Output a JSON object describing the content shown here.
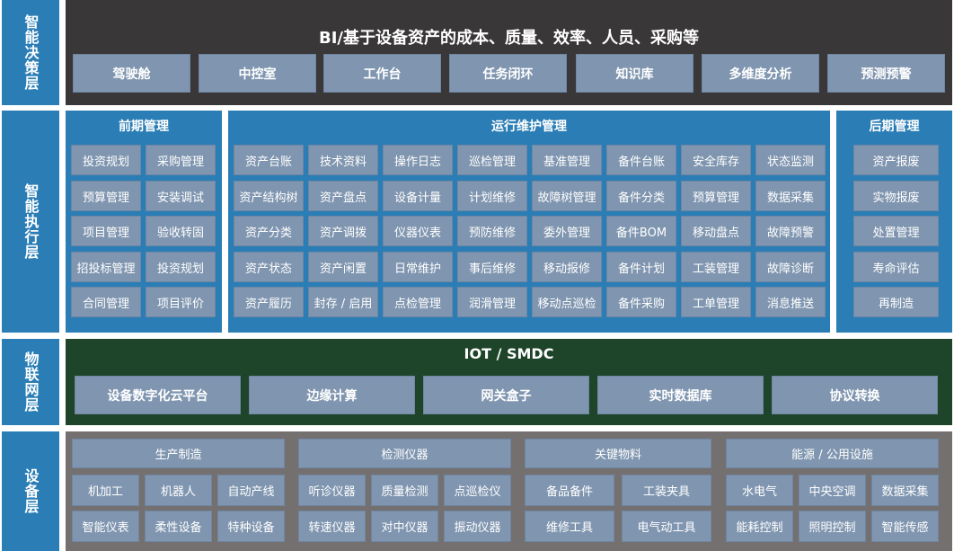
{
  "layers": [
    "智能决策层",
    "智能执行层",
    "物联网层",
    "设备层"
  ],
  "decision": {
    "title": "BI/基于设备资产的成本、质量、效率、人员、采购等",
    "items": [
      "驾驶舱",
      "中控室",
      "工作台",
      "任务闭环",
      "知识库",
      "多维度分析",
      "预测预警"
    ]
  },
  "execution": {
    "early": {
      "title": "前期管理",
      "items": [
        "投资规划",
        "采购管理",
        "预算管理",
        "安装调试",
        "项目管理",
        "验收转固",
        "招投标管理",
        "投资规划",
        "合同管理",
        "项目评价"
      ]
    },
    "operation": {
      "title": "运行维护管理",
      "items": [
        "资产台账",
        "技术资料",
        "操作日志",
        "巡检管理",
        "基准管理",
        "备件台账",
        "安全库存",
        "状态监测",
        "资产结构树",
        "资产盘点",
        "设备计量",
        "计划维修",
        "故障树管理",
        "备件分类",
        "预算管理",
        "数据采集",
        "资产分类",
        "资产调拨",
        "仪器仪表",
        "预防维修",
        "委外管理",
        "备件BOM",
        "移动盘点",
        "故障预警",
        "资产状态",
        "资产闲置",
        "日常维护",
        "事后维修",
        "移动报修",
        "备件计划",
        "工装管理",
        "故障诊断",
        "资产履历",
        "封存 / 启用",
        "点检管理",
        "润滑管理",
        "移动点巡检",
        "备件采购",
        "工单管理",
        "消息推送"
      ]
    },
    "late": {
      "title": "后期管理",
      "items": [
        "资产报废",
        "实物报废",
        "处置管理",
        "寿命评估",
        "再制造"
      ]
    }
  },
  "iot": {
    "title": "IOT / SMDC",
    "items": [
      "设备数字化云平台",
      "边缘计算",
      "网关盒子",
      "实时数据库",
      "协议转换"
    ]
  },
  "devices": {
    "groups": [
      {
        "title": "生产制造",
        "items": [
          "机加工",
          "机器人",
          "自动产线",
          "智能仪表",
          "柔性设备",
          "特种设备"
        ]
      },
      {
        "title": "检测仪器",
        "items": [
          "听诊仪器",
          "质量检测",
          "点巡检仪",
          "转速仪器",
          "对中仪器",
          "振动仪器"
        ]
      },
      {
        "title": "关键物料",
        "items": [
          "备品备件",
          "工装夹具",
          "维修工具",
          "电气动工具"
        ]
      },
      {
        "title": "能源 / 公用设施",
        "items": [
          "水电气",
          "中央空调",
          "数据采集",
          "能耗控制",
          "照明控制",
          "智能传感"
        ]
      }
    ]
  },
  "colors": {
    "blue": "#2a7db5",
    "box": "#8096b0",
    "dark": "#3a3738",
    "green": "#1e4429",
    "gray": "#747070"
  }
}
